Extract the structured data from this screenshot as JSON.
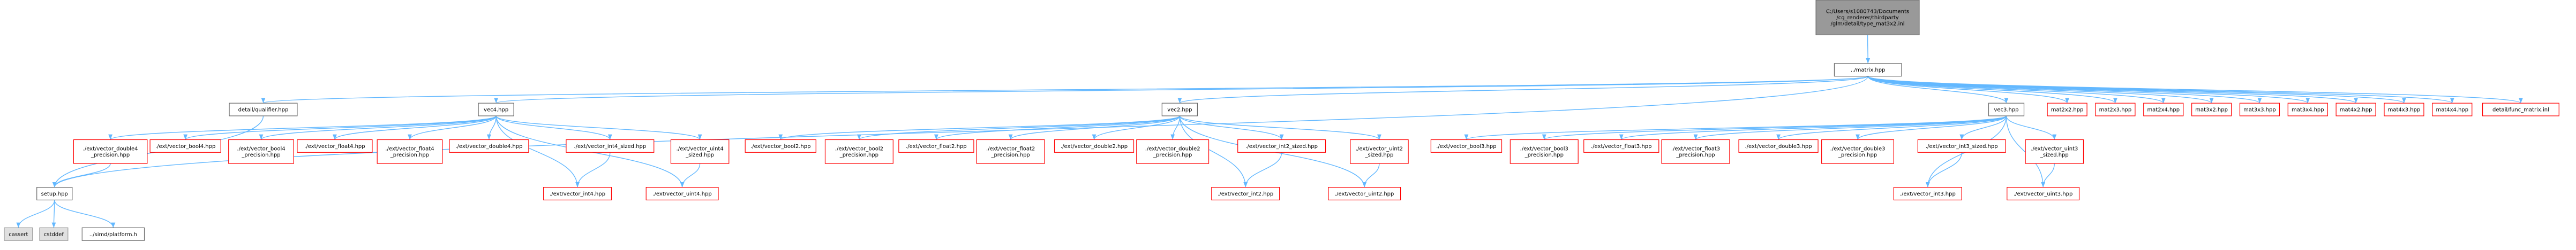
{
  "colors": {
    "edge": "#63b8ff",
    "root_fill": "#999999",
    "root_border": "#666666",
    "node_fill": "#ffffff",
    "node_border_internal": "#666666",
    "node_border_external": "#ff0000",
    "system_fill": "#e0e0e0",
    "system_border": "#999999"
  },
  "nodes": [
    {
      "id": "root",
      "lines": [
        "C:/Users/s1080743/Documents",
        "/cg_renderer/thirdparty",
        "/glm/detail/type_mat3x2.inl"
      ],
      "kind": "root"
    },
    {
      "id": "matrix",
      "lines": [
        "../matrix.hpp"
      ],
      "kind": "internal"
    },
    {
      "id": "qualifier",
      "lines": [
        "detail/qualifier.hpp"
      ],
      "kind": "internal"
    },
    {
      "id": "vec4",
      "lines": [
        "vec4.hpp"
      ],
      "kind": "internal"
    },
    {
      "id": "vec2",
      "lines": [
        "vec2.hpp"
      ],
      "kind": "internal"
    },
    {
      "id": "vec3",
      "lines": [
        "vec3.hpp"
      ],
      "kind": "internal"
    },
    {
      "id": "setup",
      "lines": [
        "setup.hpp"
      ],
      "kind": "internal"
    },
    {
      "id": "cassert",
      "lines": [
        "cassert"
      ],
      "kind": "system"
    },
    {
      "id": "cstddef",
      "lines": [
        "cstddef"
      ],
      "kind": "system"
    },
    {
      "id": "platform",
      "lines": [
        "../simd/platform.h"
      ],
      "kind": "internal"
    },
    {
      "id": "mat2x2",
      "lines": [
        "mat2x2.hpp"
      ],
      "kind": "external"
    },
    {
      "id": "mat2x3",
      "lines": [
        "mat2x3.hpp"
      ],
      "kind": "external"
    },
    {
      "id": "mat2x4",
      "lines": [
        "mat2x4.hpp"
      ],
      "kind": "external"
    },
    {
      "id": "mat3x2",
      "lines": [
        "mat3x2.hpp"
      ],
      "kind": "external"
    },
    {
      "id": "mat3x3",
      "lines": [
        "mat3x3.hpp"
      ],
      "kind": "external"
    },
    {
      "id": "mat3x4",
      "lines": [
        "mat3x4.hpp"
      ],
      "kind": "external"
    },
    {
      "id": "mat4x2",
      "lines": [
        "mat4x2.hpp"
      ],
      "kind": "external"
    },
    {
      "id": "mat4x3",
      "lines": [
        "mat4x3.hpp"
      ],
      "kind": "external"
    },
    {
      "id": "mat4x4",
      "lines": [
        "mat4x4.hpp"
      ],
      "kind": "external"
    },
    {
      "id": "func_matrix",
      "lines": [
        "detail/func_matrix.inl"
      ],
      "kind": "external"
    },
    {
      "id": "v4_double4_prec",
      "lines": [
        "./ext/vector_double4",
        "_precision.hpp"
      ],
      "kind": "external"
    },
    {
      "id": "v4_bool4",
      "lines": [
        "./ext/vector_bool4.hpp"
      ],
      "kind": "external"
    },
    {
      "id": "v4_bool4_prec",
      "lines": [
        "./ext/vector_bool4",
        "_precision.hpp"
      ],
      "kind": "external"
    },
    {
      "id": "v4_float4",
      "lines": [
        "./ext/vector_float4.hpp"
      ],
      "kind": "external"
    },
    {
      "id": "v4_float4_prec",
      "lines": [
        "./ext/vector_float4",
        "_precision.hpp"
      ],
      "kind": "external"
    },
    {
      "id": "v4_double4",
      "lines": [
        "./ext/vector_double4.hpp"
      ],
      "kind": "external"
    },
    {
      "id": "v4_int4_sized",
      "lines": [
        "./ext/vector_int4_sized.hpp"
      ],
      "kind": "external"
    },
    {
      "id": "v4_uint4_sized",
      "lines": [
        "./ext/vector_uint4",
        "_sized.hpp"
      ],
      "kind": "external"
    },
    {
      "id": "v4_int4",
      "lines": [
        "./ext/vector_int4.hpp"
      ],
      "kind": "external"
    },
    {
      "id": "v4_uint4",
      "lines": [
        "./ext/vector_uint4.hpp"
      ],
      "kind": "external"
    },
    {
      "id": "v2_bool2",
      "lines": [
        "./ext/vector_bool2.hpp"
      ],
      "kind": "external"
    },
    {
      "id": "v2_bool2_prec",
      "lines": [
        "./ext/vector_bool2",
        "_precision.hpp"
      ],
      "kind": "external"
    },
    {
      "id": "v2_float2",
      "lines": [
        "./ext/vector_float2.hpp"
      ],
      "kind": "external"
    },
    {
      "id": "v2_float2_prec",
      "lines": [
        "./ext/vector_float2",
        "_precision.hpp"
      ],
      "kind": "external"
    },
    {
      "id": "v2_double2",
      "lines": [
        "./ext/vector_double2.hpp"
      ],
      "kind": "external"
    },
    {
      "id": "v2_double2_prec",
      "lines": [
        "./ext/vector_double2",
        "_precision.hpp"
      ],
      "kind": "external"
    },
    {
      "id": "v2_int2_sized",
      "lines": [
        "./ext/vector_int2_sized.hpp"
      ],
      "kind": "external"
    },
    {
      "id": "v2_uint2_sized",
      "lines": [
        "./ext/vector_uint2",
        "_sized.hpp"
      ],
      "kind": "external"
    },
    {
      "id": "v2_int2",
      "lines": [
        "./ext/vector_int2.hpp"
      ],
      "kind": "external"
    },
    {
      "id": "v2_uint2",
      "lines": [
        "./ext/vector_uint2.hpp"
      ],
      "kind": "external"
    },
    {
      "id": "v3_bool3",
      "lines": [
        "./ext/vector_bool3.hpp"
      ],
      "kind": "external"
    },
    {
      "id": "v3_bool3_prec",
      "lines": [
        "./ext/vector_bool3",
        "_precision.hpp"
      ],
      "kind": "external"
    },
    {
      "id": "v3_float3",
      "lines": [
        "./ext/vector_float3.hpp"
      ],
      "kind": "external"
    },
    {
      "id": "v3_float3_prec",
      "lines": [
        "./ext/vector_float3",
        "_precision.hpp"
      ],
      "kind": "external"
    },
    {
      "id": "v3_double3",
      "lines": [
        "./ext/vector_double3.hpp"
      ],
      "kind": "external"
    },
    {
      "id": "v3_double3_prec",
      "lines": [
        "./ext/vector_double3",
        "_precision.hpp"
      ],
      "kind": "external"
    },
    {
      "id": "v3_int3_sized",
      "lines": [
        "./ext/vector_int3_sized.hpp"
      ],
      "kind": "external"
    },
    {
      "id": "v3_uint3_sized",
      "lines": [
        "./ext/vector_uint3",
        "_sized.hpp"
      ],
      "kind": "external"
    },
    {
      "id": "v3_int3",
      "lines": [
        "./ext/vector_int3.hpp"
      ],
      "kind": "external"
    },
    {
      "id": "v3_uint3",
      "lines": [
        "./ext/vector_uint3.hpp"
      ],
      "kind": "external"
    }
  ],
  "edges": [
    [
      "root",
      "matrix"
    ],
    [
      "matrix",
      "qualifier"
    ],
    [
      "matrix",
      "vec4"
    ],
    [
      "matrix",
      "vec2"
    ],
    [
      "matrix",
      "vec3"
    ],
    [
      "matrix",
      "mat2x2"
    ],
    [
      "matrix",
      "mat2x3"
    ],
    [
      "matrix",
      "mat2x4"
    ],
    [
      "matrix",
      "mat3x2"
    ],
    [
      "matrix",
      "mat3x3"
    ],
    [
      "matrix",
      "mat3x4"
    ],
    [
      "matrix",
      "mat4x2"
    ],
    [
      "matrix",
      "mat4x3"
    ],
    [
      "matrix",
      "mat4x4"
    ],
    [
      "matrix",
      "func_matrix"
    ],
    [
      "matrix",
      "setup"
    ],
    [
      "qualifier",
      "setup"
    ],
    [
      "setup",
      "cassert"
    ],
    [
      "setup",
      "cstddef"
    ],
    [
      "setup",
      "platform"
    ],
    [
      "vec4",
      "v4_double4_prec"
    ],
    [
      "vec4",
      "v4_bool4"
    ],
    [
      "vec4",
      "v4_bool4_prec"
    ],
    [
      "vec4",
      "v4_float4"
    ],
    [
      "vec4",
      "v4_float4_prec"
    ],
    [
      "vec4",
      "v4_double4"
    ],
    [
      "vec4",
      "v4_int4_sized"
    ],
    [
      "vec4",
      "v4_uint4_sized"
    ],
    [
      "vec4",
      "v4_int4"
    ],
    [
      "vec4",
      "v4_uint4"
    ],
    [
      "v4_double4_prec",
      "setup"
    ],
    [
      "v4_int4_sized",
      "v4_int4"
    ],
    [
      "v4_uint4_sized",
      "v4_uint4"
    ],
    [
      "vec2",
      "v2_bool2"
    ],
    [
      "vec2",
      "v2_bool2_prec"
    ],
    [
      "vec2",
      "v2_float2"
    ],
    [
      "vec2",
      "v2_float2_prec"
    ],
    [
      "vec2",
      "v2_double2"
    ],
    [
      "vec2",
      "v2_double2_prec"
    ],
    [
      "vec2",
      "v2_int2_sized"
    ],
    [
      "vec2",
      "v2_uint2_sized"
    ],
    [
      "vec2",
      "v2_int2"
    ],
    [
      "vec2",
      "v2_uint2"
    ],
    [
      "v2_int2_sized",
      "v2_int2"
    ],
    [
      "v2_uint2_sized",
      "v2_uint2"
    ],
    [
      "vec3",
      "v3_bool3"
    ],
    [
      "vec3",
      "v3_bool3_prec"
    ],
    [
      "vec3",
      "v3_float3"
    ],
    [
      "vec3",
      "v3_float3_prec"
    ],
    [
      "vec3",
      "v3_double3"
    ],
    [
      "vec3",
      "v3_double3_prec"
    ],
    [
      "vec3",
      "v3_int3_sized"
    ],
    [
      "vec3",
      "v3_uint3_sized"
    ],
    [
      "vec3",
      "v3_int3"
    ],
    [
      "vec3",
      "v3_uint3"
    ],
    [
      "v3_int3_sized",
      "v3_int3"
    ],
    [
      "v3_uint3_sized",
      "v3_uint3"
    ]
  ]
}
